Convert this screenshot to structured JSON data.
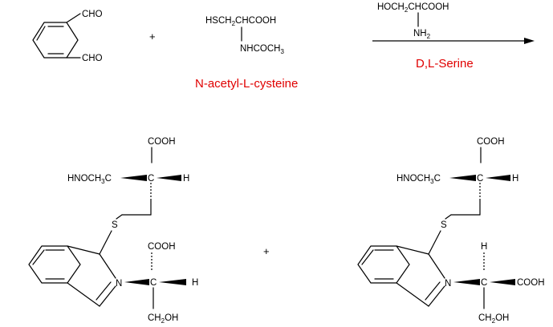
{
  "reactants": {
    "phthalaldehyde": {
      "cho_top": "CHO",
      "cho_bottom": "CHO"
    },
    "plus_1": "+",
    "nac": {
      "formula_line1": "HSCH",
      "formula_line1_sub": "2",
      "formula_line1_rest": "CHCOOH",
      "formula_line2": "NHCOCH",
      "formula_line2_sub": "3",
      "name": "N-acetyl-L-cysteine"
    }
  },
  "reagent": {
    "formula_line1": "HOCH",
    "formula_line1_sub": "2",
    "formula_line1_rest": "CHCOOH",
    "formula_line2": "NH",
    "formula_line2_sub": "2",
    "name": "D,L-Serine"
  },
  "products": {
    "left": {
      "top_cooh": "COOH",
      "top_left_group": "HNOCH",
      "top_left_sub": "3",
      "top_left_group2": "C",
      "top_c": "C",
      "top_h": "H",
      "s": "S",
      "n": "N",
      "bottom_cooh": "COOH",
      "bottom_c": "C",
      "bottom_h": "H",
      "bottom_ch2oh": "CH",
      "bottom_ch2oh_sub": "2",
      "bottom_ch2oh_rest": "OH"
    },
    "plus_2": "+",
    "right": {
      "top_cooh": "COOH",
      "top_left_group": "HNOCH",
      "top_left_sub": "3",
      "top_left_group2": "C",
      "top_c": "C",
      "top_h": "H",
      "s": "S",
      "n": "N",
      "bottom_h": "H",
      "bottom_c": "C",
      "bottom_cooh": "COOH",
      "bottom_ch2oh": "CH",
      "bottom_ch2oh_sub": "2",
      "bottom_ch2oh_rest": "OH"
    }
  },
  "colors": {
    "ink": "#000000",
    "name_red": "#e00000"
  }
}
